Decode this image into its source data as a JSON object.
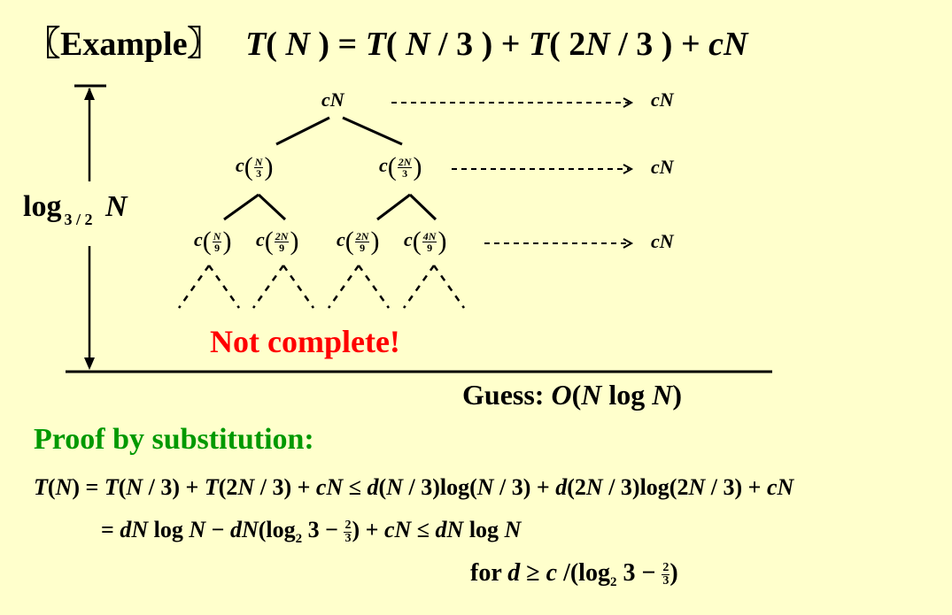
{
  "title": {
    "bracket_label": "〖Example〗",
    "T1": "T",
    "p1": "(",
    "N1": " N ",
    "p2": ") = ",
    "T2": "T",
    "p3": "( ",
    "N2": "N",
    "p4": " / 3 ) + ",
    "T3": "T",
    "p5": "( 2",
    "N3": "N",
    "p6": " / 3 ) + ",
    "c": "c",
    "N4": "N"
  },
  "height_label": {
    "log": "log",
    "base": "3 / 2",
    "var": "N"
  },
  "tree": {
    "root": {
      "c": "c",
      "N": "N"
    },
    "level1": [
      {
        "c": "c",
        "num": "N",
        "den": "3"
      },
      {
        "c": "c",
        "num": "2N",
        "den": "3"
      }
    ],
    "level2": [
      {
        "c": "c",
        "num": "N",
        "den": "9"
      },
      {
        "c": "c",
        "num": "2N",
        "den": "9"
      },
      {
        "c": "c",
        "num": "2N",
        "den": "9"
      },
      {
        "c": "c",
        "num": "4N",
        "den": "9"
      }
    ]
  },
  "row_sums": [
    {
      "c": "c",
      "N": "N"
    },
    {
      "c": "c",
      "N": "N"
    },
    {
      "c": "c",
      "N": "N"
    }
  ],
  "not_complete": "Not complete!",
  "guess": {
    "label": "Guess: ",
    "O": "O",
    "open": "(",
    "N1": "N",
    "log": " log ",
    "N2": "N",
    "close": ")"
  },
  "proof_heading": "Proof by substitution:",
  "proof_line1": {
    "a": "T",
    "b": "(",
    "c": "N",
    "d": ") = ",
    "e": "T",
    "f": "(",
    "g": "N",
    "h": " / 3) + ",
    "i": "T",
    "j": "(2",
    "k": "N",
    "l": " / 3) + ",
    "m": "c",
    "n": "N",
    "o": " ≤ ",
    "p": "d",
    "q": "(",
    "r": "N",
    "s": " / 3)log(",
    "t": "N",
    "u": " / 3) + ",
    "v": "d",
    "w": "(2",
    "x": "N",
    "y": " / 3)log(2",
    "z": "N",
    "aa": " / 3) + ",
    "bb": "c",
    "cc": "N"
  },
  "proof_line2": {
    "eq": "= ",
    "d1": "d",
    "N1": "N",
    "log1": " log ",
    "N2": "N",
    "minus": " − ",
    "d2": "d",
    "N3": "N",
    "open": "(log",
    "sub": "2",
    "three": " 3 − ",
    "fnum": "2",
    "fden": "3",
    "rest": ") + ",
    "c": "c",
    "N4": "N",
    "le": " ≤ ",
    "d3": "d",
    "N5": "N",
    "log2": " log ",
    "N6": "N"
  },
  "proof_line3": {
    "for": "for ",
    "d": "d",
    "ge": " ≥ ",
    "c": "c",
    "slash": " /(log",
    "sub": "2",
    "three": " 3 − ",
    "fnum": "2",
    "fden": "3",
    "close": ")"
  }
}
